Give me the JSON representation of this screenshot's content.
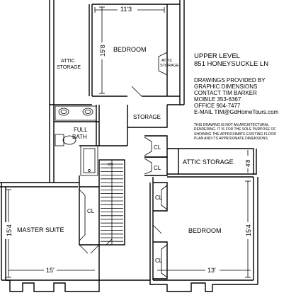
{
  "title": {
    "level": "UPPER LEVEL",
    "address": "851 HONEYSUCKLE LN"
  },
  "credits": [
    "DRAWINGS PROVIDED BY",
    "GRAPHIC DIMENSIONS",
    "CONTACT TIM BARKER",
    "MOBILE 353-6367",
    "OFFICE 904-7477",
    "E-MAIL TIM@GdHomeTours.com"
  ],
  "disclaimer": [
    "THIS DRAWING IS NOT AN ARCHITECTURAL",
    "RENDERING. IT IS FOR THE SOLE PURPOSE OF",
    "SHOWING THE APPROXIMATE EXISTING FLOOR",
    "PLAN AND ITS APPROXIMATE DIMENSIONS."
  ],
  "rooms": {
    "bedroom_top": "BEDROOM",
    "attic_left": [
      "ATTIC",
      "STORAGE"
    ],
    "attic_small": [
      "ATTIC",
      "STORAGE"
    ],
    "storage": "STORAGE",
    "bath": [
      "FULL",
      "BATH"
    ],
    "closet_1": "CL",
    "closet_2": "CL",
    "attic_right": "ATTIC STORAGE",
    "master": "MASTER SUITE",
    "master_closet": "CL",
    "bedroom_right": "BEDROOM",
    "closet_3": "CL",
    "closet_4": "CL",
    "stair": "DN"
  },
  "dimensions": {
    "bedroom_top_width": "11'3",
    "bedroom_top_depth": "15'8",
    "attic_right_depth": "4'8",
    "master_depth": "15'4",
    "master_width": "15'",
    "bedroom_right_width": "13'",
    "bedroom_right_depth": "15'4"
  }
}
